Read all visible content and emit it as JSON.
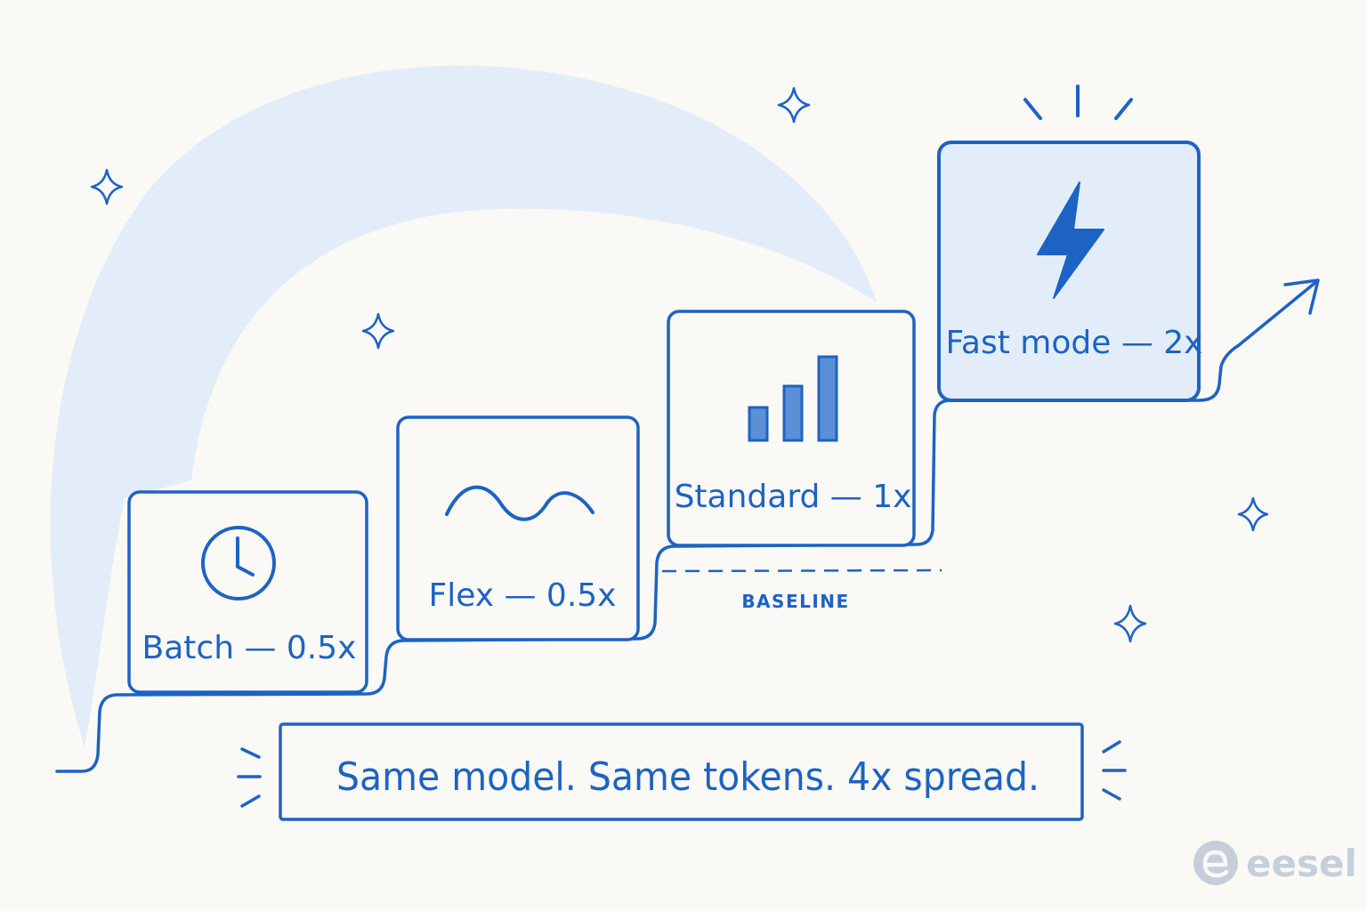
{
  "colors": {
    "ink": "#1c63c4",
    "swoosh": "#e2edf9",
    "highlight_fill": "#e3edf9",
    "bar_fill": "#5b8fd6",
    "logo": "#c5cfdc",
    "background": "#fbf9f5"
  },
  "steps": [
    {
      "label": "Batch — 0.5x",
      "icon": "clock-icon",
      "highlighted": false
    },
    {
      "label": "Flex — 0.5x",
      "icon": "wave-icon",
      "highlighted": false
    },
    {
      "label": "Standard — 1x",
      "icon": "bar-chart-icon",
      "highlighted": false
    },
    {
      "label": "Fast mode — 2x",
      "icon": "lightning-bolt-icon",
      "highlighted": true
    }
  ],
  "baseline_label": "BASELINE",
  "tagline": "Same model. Same tokens. 4x spread.",
  "brand": {
    "name": "eesel",
    "icon": "eesel-logo-icon"
  },
  "decorations": [
    "sparkle-icon",
    "arrow-up-icon",
    "burst-lines-icon"
  ]
}
